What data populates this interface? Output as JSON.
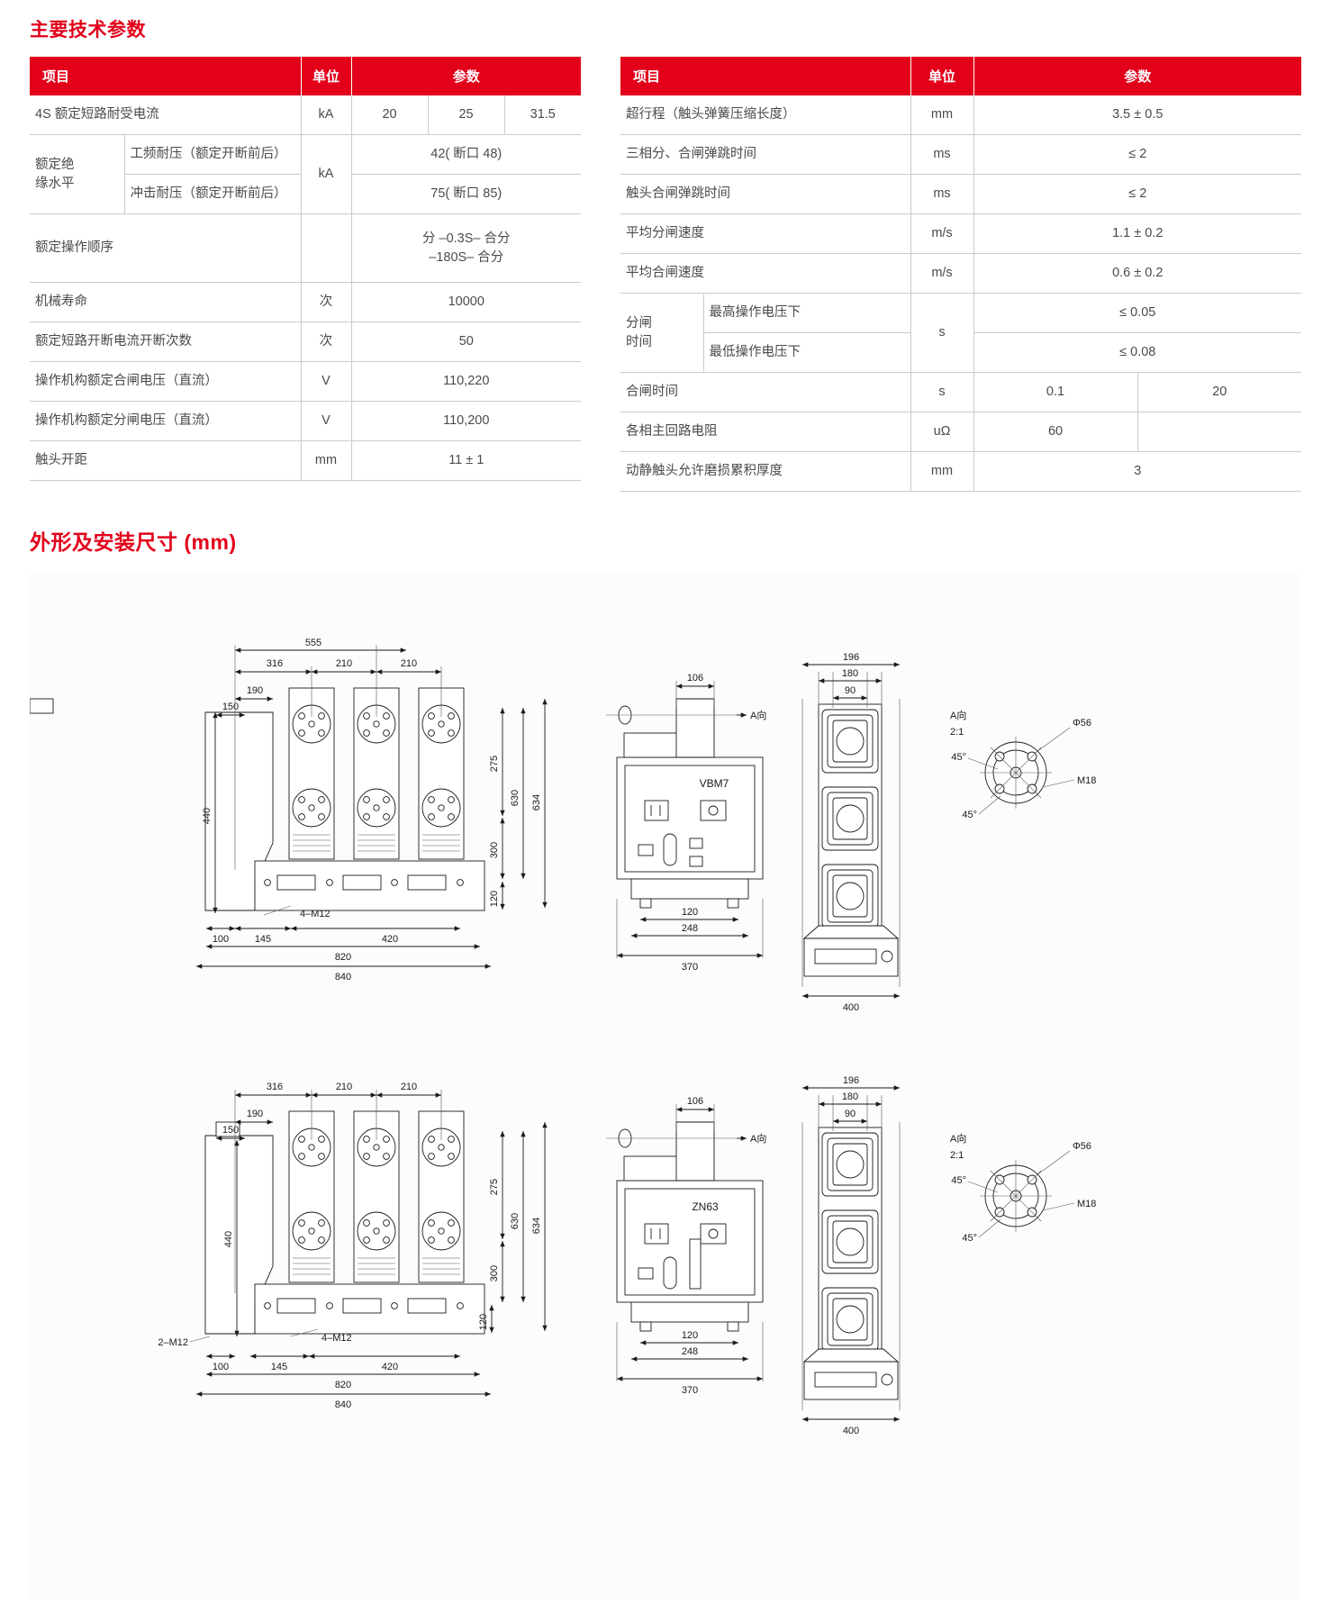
{
  "headings": {
    "specs": "主要技术参数",
    "dimensions": "外形及安装尺寸 (mm)"
  },
  "colors": {
    "accent": "#e2001a",
    "table_header_bg": "#e2001a",
    "table_header_text": "#ffffff",
    "rule": "#c9cbcc",
    "body_text": "#4a4a4a"
  },
  "table_left": {
    "headers": {
      "item": "项目",
      "unit": "单位",
      "parameter": "参数"
    },
    "rows": [
      {
        "item": "4S 额定短路耐受电流",
        "unit": "kA",
        "values": [
          "20",
          "25",
          "31.5"
        ]
      },
      {
        "item": "额定绝缘水平",
        "item_line1": "额定绝",
        "item_line2": "缘水平",
        "sub": "工频耐压（额定开断前后）",
        "unit": "kA",
        "value": "42( 断口 48)"
      },
      {
        "sub": "冲击耐压（额定开断前后）",
        "value": "75( 断口 85)"
      },
      {
        "item": "额定操作顺序",
        "unit": "",
        "value_line1": "分 –0.3S– 合分",
        "value_line2": "–180S– 合分"
      },
      {
        "item": "机械寿命",
        "unit": "次",
        "value": "10000"
      },
      {
        "item": "额定短路开断电流开断次数",
        "unit": "次",
        "value": "50"
      },
      {
        "item": "操作机构额定合闸电压（直流）",
        "unit": "V",
        "value": "110,220"
      },
      {
        "item": "操作机构额定分闸电压（直流）",
        "unit": "V",
        "value": "110,200"
      },
      {
        "item": "触头开距",
        "unit": "mm",
        "value": "11 ± 1"
      }
    ]
  },
  "table_right": {
    "headers": {
      "item": "项目",
      "unit": "单位",
      "parameter": "参数"
    },
    "rows": [
      {
        "item": "超行程（触头弹簧压缩长度）",
        "unit": "mm",
        "value": "3.5 ± 0.5"
      },
      {
        "item": "三相分、合闸弹跳时间",
        "unit": "ms",
        "value": "≤ 2"
      },
      {
        "item": "触头合闸弹跳时间",
        "unit": "ms",
        "value": "≤ 2"
      },
      {
        "item": "平均分闸速度",
        "unit": "m/s",
        "value": "1.1 ± 0.2"
      },
      {
        "item": "平均合闸速度",
        "unit": "m/s",
        "value": "0.6 ± 0.2"
      },
      {
        "item_line1": "分闸",
        "item_line2": "时间",
        "sub1": "最高操作电压下",
        "sub2": "最低操作电压下",
        "unit": "s",
        "value1": "≤ 0.05",
        "value2": "≤ 0.08"
      },
      {
        "item": "合闸时间",
        "unit": "s",
        "value1": "0.1",
        "value2": "20"
      },
      {
        "item": "各相主回路电阻",
        "unit": "uΩ",
        "value1": "60",
        "value2": ""
      },
      {
        "item": "动静触头允许磨损累积厚度",
        "unit": "mm",
        "value": "3"
      }
    ]
  },
  "drawings": {
    "top": {
      "model": "VBM7",
      "front_dims": {
        "overall_top": "555",
        "seg1": "316",
        "seg2": "210",
        "seg3": "210",
        "d190": "190",
        "d150": "150",
        "height_440": "440",
        "v275": "275",
        "v630": "630",
        "v634": "634",
        "v300": "300",
        "v120": "120",
        "b100": "100",
        "b145": "145",
        "b420": "420",
        "b820": "820",
        "b840": "840",
        "mount": "4–M12"
      },
      "side_dims": {
        "d106": "106",
        "arrow": "A向",
        "d120": "120",
        "d248": "248",
        "d370": "370"
      },
      "end_dims": {
        "d196": "196",
        "d180": "180",
        "d90": "90",
        "d400": "400"
      },
      "detail": {
        "arrow": "A向",
        "scale": "2:1",
        "phi": "Φ56",
        "thread": "M18",
        "ang1": "45°",
        "ang2": "45°"
      }
    },
    "bottom": {
      "model": "ZN63",
      "front_dims": {
        "seg1": "316",
        "seg2": "210",
        "seg3": "210",
        "d190": "190",
        "d150": "150",
        "height_440": "440",
        "v275": "275",
        "v630": "630",
        "v634": "634",
        "v300": "300",
        "v120": "120",
        "b100": "100",
        "b145": "145",
        "b420": "420",
        "b820": "820",
        "b840": "840",
        "mount": "4–M12",
        "mount2": "2–M12"
      },
      "side_dims": {
        "d106": "106",
        "arrow": "A向",
        "d120": "120",
        "d248": "248",
        "d370": "370"
      },
      "end_dims": {
        "d196": "196",
        "d180": "180",
        "d90": "90",
        "d400": "400"
      },
      "detail": {
        "arrow": "A向",
        "scale": "2:1",
        "phi": "Φ56",
        "thread": "M18",
        "ang1": "45°",
        "ang2": "45°"
      }
    }
  }
}
